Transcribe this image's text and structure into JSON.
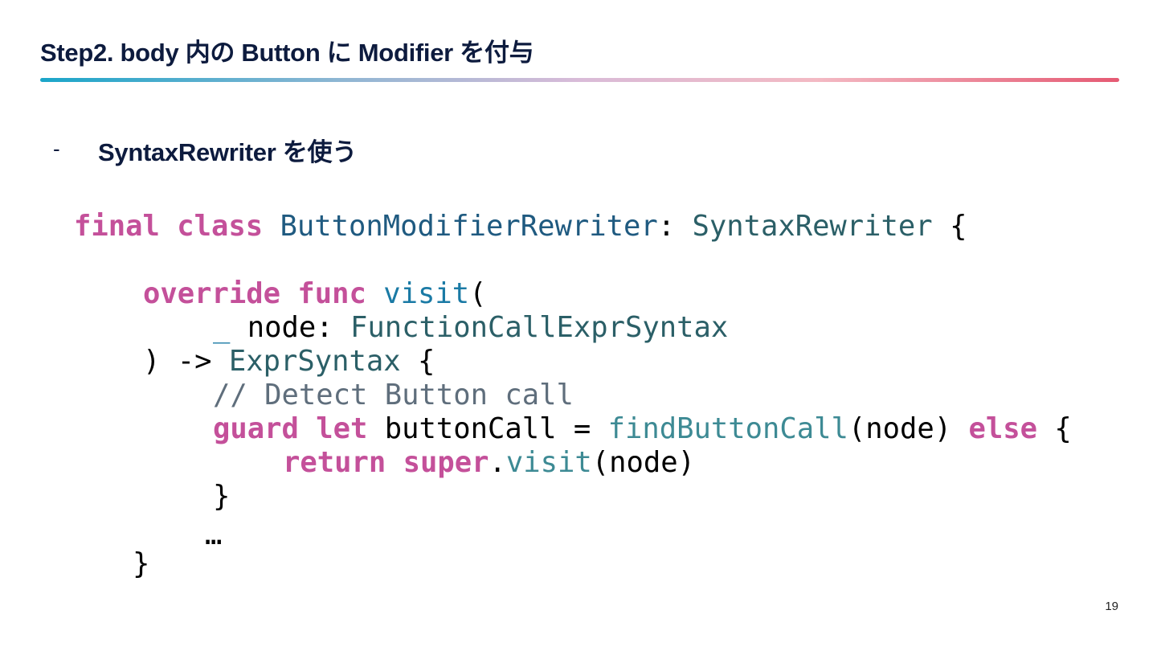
{
  "slide": {
    "title": "Step2. body 内の Button に Modifier を付与",
    "bullet_marker": "-",
    "bullet_text": "SyntaxRewriter を使う",
    "page_number": "19"
  },
  "code": {
    "l1": {
      "kw_final": "final",
      "kw_class": "class",
      "class_name": "ButtonModifierRewriter",
      "colon": ":",
      "superclass": "SyntaxRewriter",
      "brace": "{"
    },
    "l2": {
      "kw_override": "override",
      "kw_func": "func",
      "method": "visit",
      "paren": "("
    },
    "l3": {
      "underscore": "_",
      "param": "node:",
      "param_type": "FunctionCallExprSyntax"
    },
    "l4": {
      "close_arrow": ") ->",
      "return_type": "ExprSyntax",
      "brace": "{"
    },
    "l5": {
      "comment": "// Detect Button call"
    },
    "l6": {
      "kw_guard": "guard",
      "kw_let": "let",
      "var_assign": "buttonCall =",
      "call": "findButtonCall",
      "args": "(node)",
      "kw_else": "else",
      "brace": "{"
    },
    "l7": {
      "kw_return": "return",
      "kw_super": "super",
      "dot": ".",
      "method": "visit",
      "args": "(node)"
    },
    "l8": {
      "brace": "}"
    },
    "l9": {
      "ellipsis": "…"
    },
    "l10": {
      "brace": "}"
    }
  }
}
